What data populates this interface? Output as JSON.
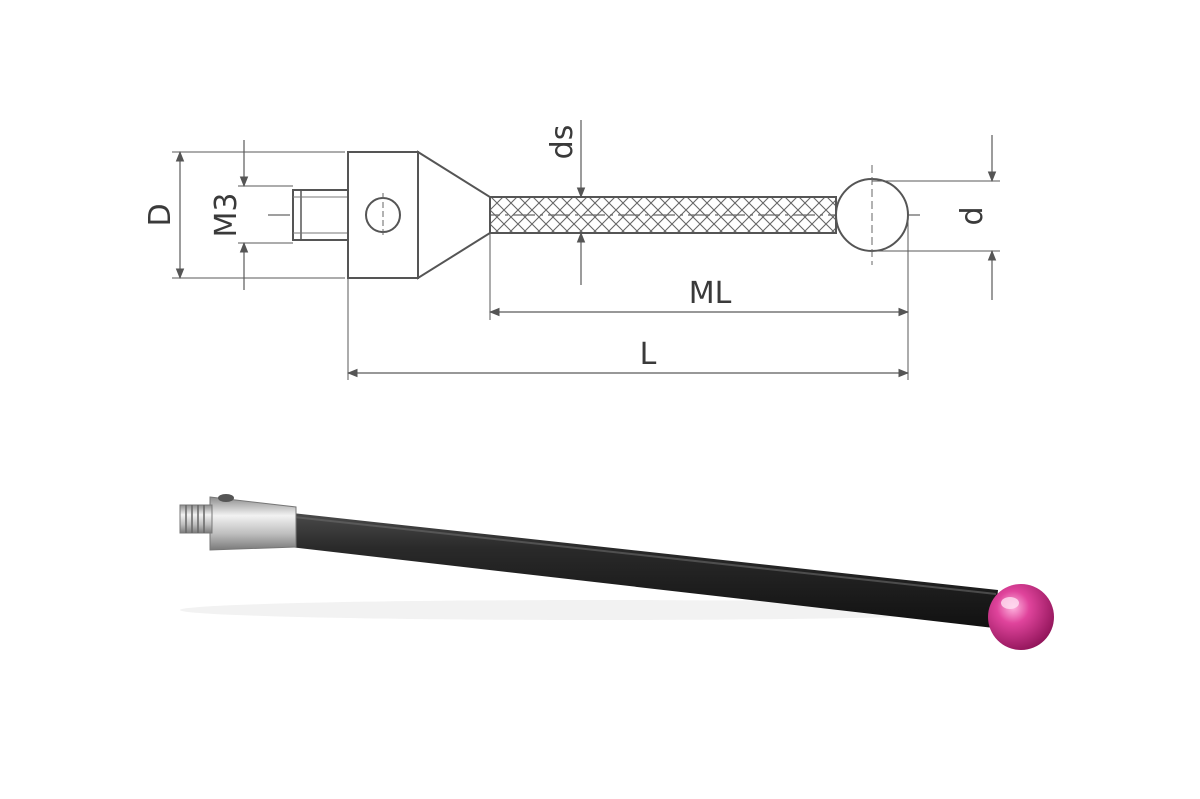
{
  "drawing": {
    "labels": {
      "D": "D",
      "M3": "M3",
      "ds": "ds",
      "d": "d",
      "ML": "ML",
      "L": "L"
    }
  },
  "photo": {
    "colors": {
      "thread": "#b8b8b8",
      "body_steel": "#cfcfcf",
      "stem_carbon": "#262626",
      "ball_ruby": "#d0308a"
    }
  }
}
